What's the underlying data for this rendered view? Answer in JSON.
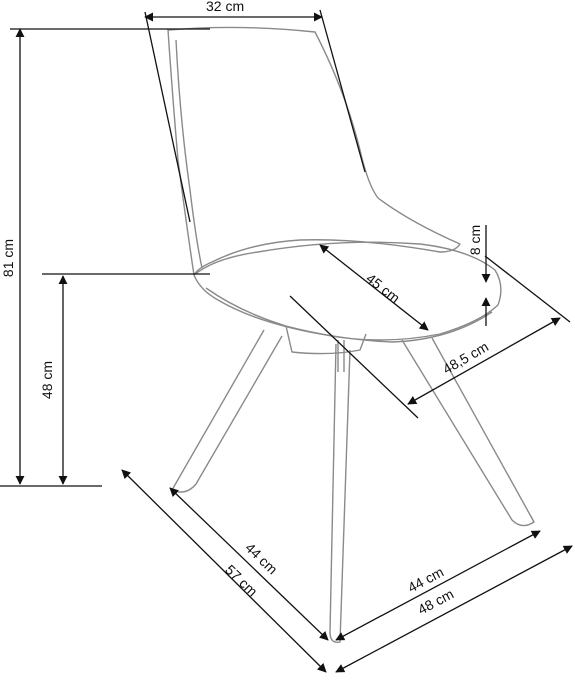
{
  "diagram": {
    "labels": {
      "top_width": "32 cm",
      "total_height": "81 cm",
      "seat_height": "48 cm",
      "seat_depth": "45 cm",
      "cushion_thickness": "8 cm",
      "seat_width": "48,5 cm",
      "leg_depth_left": "44 cm",
      "overall_depth": "57 cm",
      "leg_width_front": "44 cm",
      "overall_width": "48 cm"
    },
    "colors": {
      "chair_outline": "#8a8a8a",
      "dimension_line": "#111111",
      "background": "#ffffff"
    }
  }
}
